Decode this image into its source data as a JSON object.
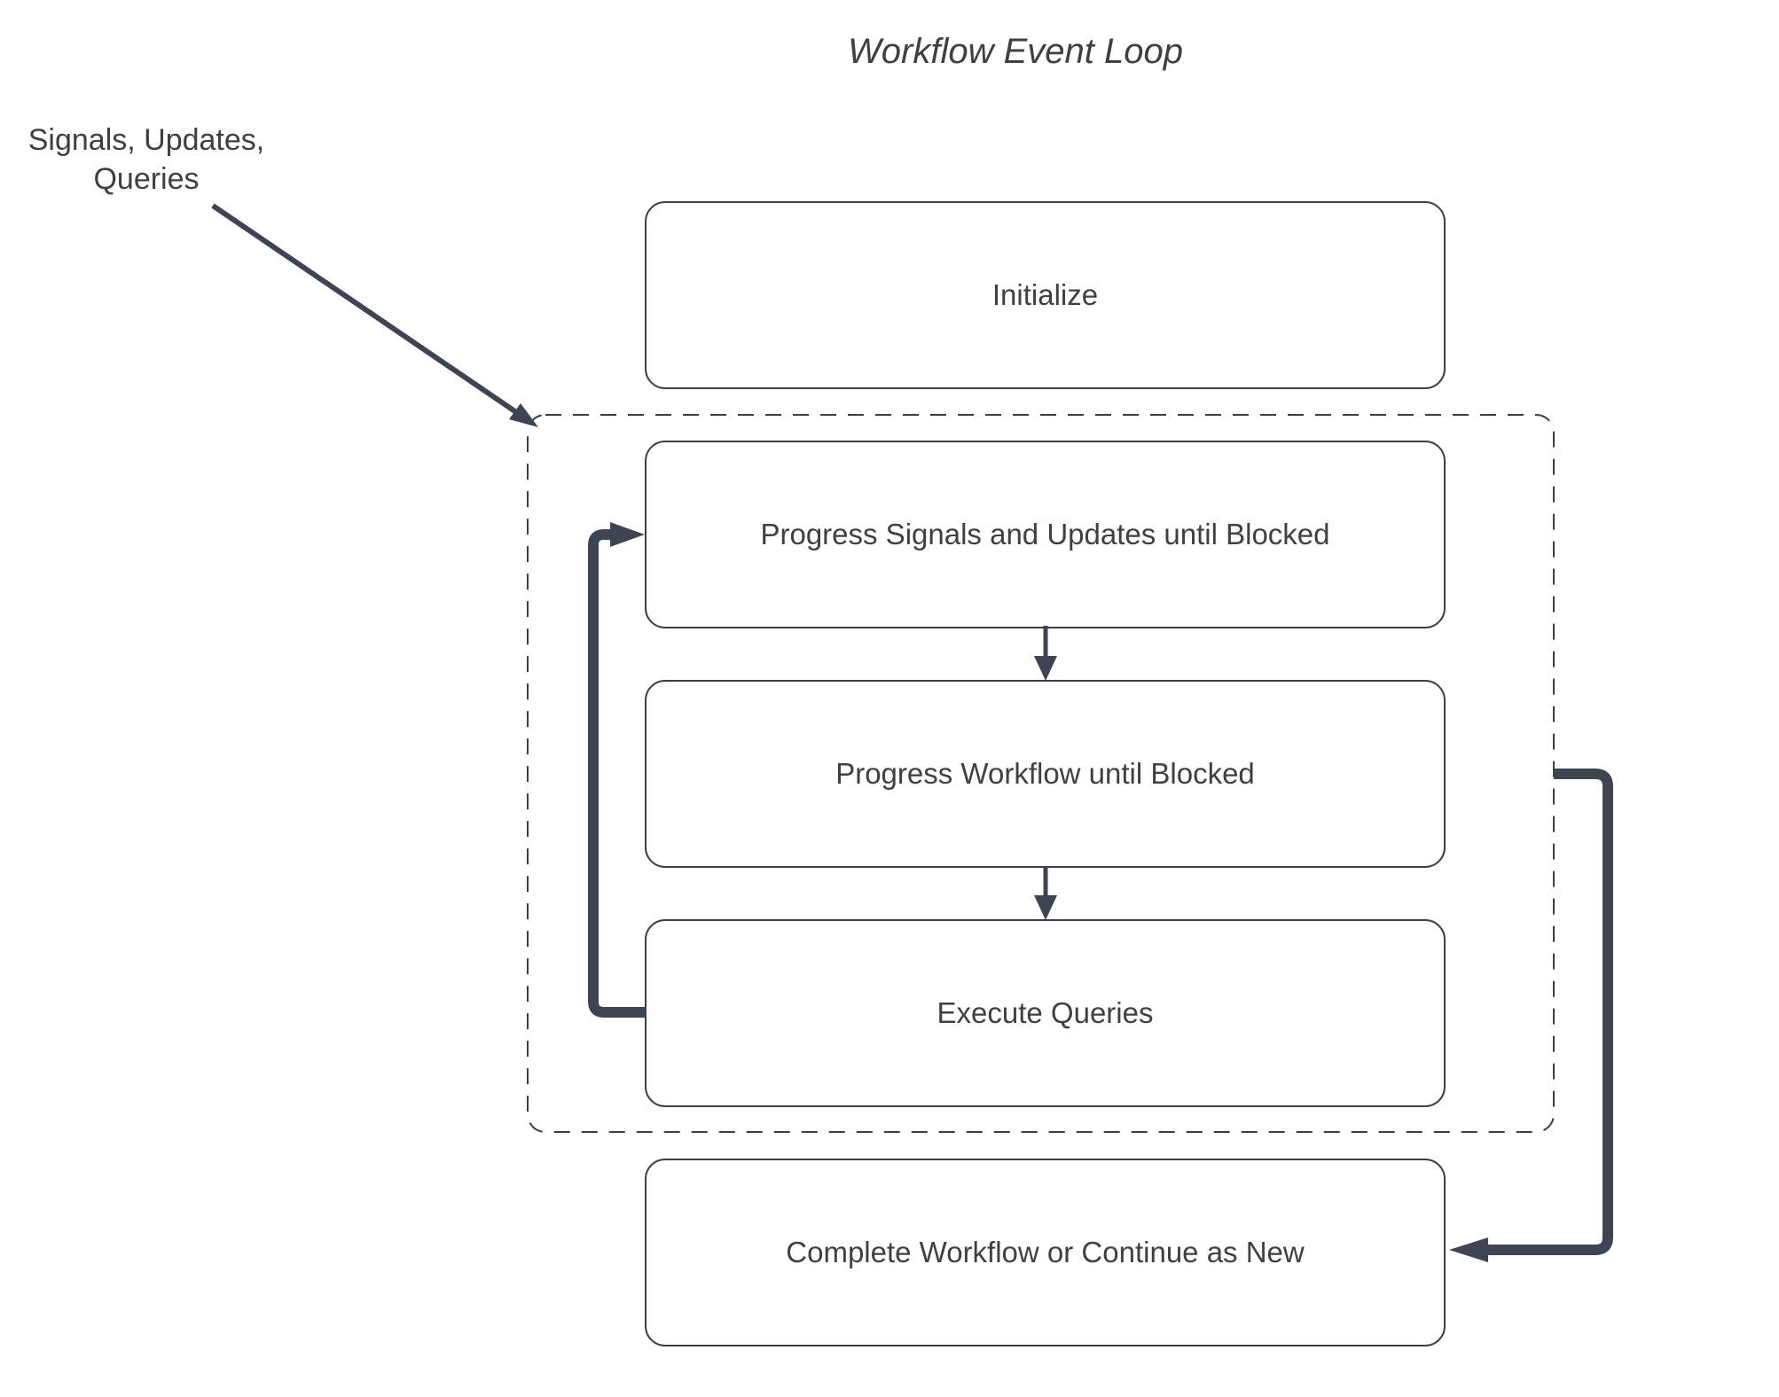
{
  "title": "Workflow Event Loop",
  "external_input": {
    "line1": "Signals, Updates,",
    "line2": "Queries"
  },
  "nodes": {
    "initialize": {
      "label": "Initialize"
    },
    "progress_signals": {
      "label": "Progress Signals and Updates until Blocked"
    },
    "progress_workflow": {
      "label": "Progress Workflow until Blocked"
    },
    "execute_queries": {
      "label": "Execute Queries"
    },
    "complete": {
      "label": "Complete Workflow or Continue as New"
    }
  },
  "arrows": {
    "external_input_arrow": "signals-updates-queries into event loop",
    "down_arrow_1": "progress signals to progress workflow",
    "down_arrow_2": "progress workflow to execute queries",
    "loop_back_arrow": "execute queries back to progress signals",
    "exit_arrow": "event loop to complete workflow"
  },
  "colors": {
    "background": "#ffffff",
    "box_border": "#3f3f3f",
    "dashed_border": "#3d3d3d",
    "text": "#404040",
    "arrow": "#3e4452"
  }
}
